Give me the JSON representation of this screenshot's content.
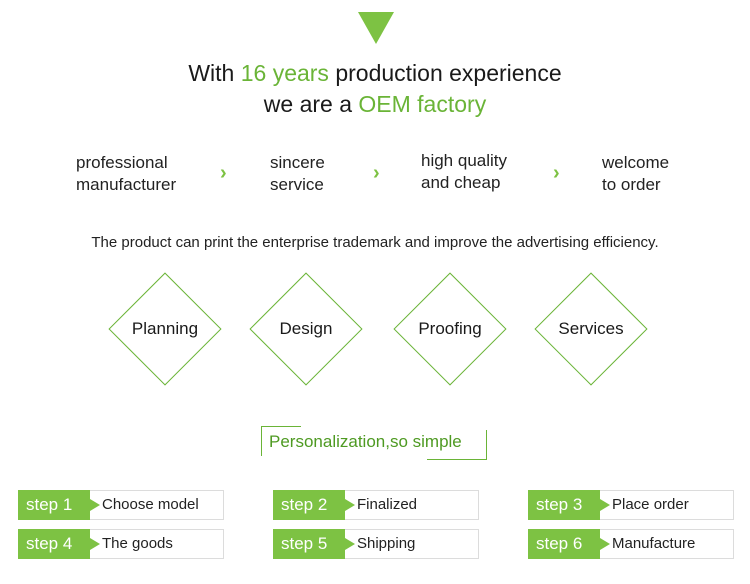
{
  "header": {
    "line1_pre": "With ",
    "line1_hl": "16 years",
    "line1_post": " production experience",
    "line2_pre": "we are a ",
    "line2_hl": "OEM factory"
  },
  "features": [
    {
      "line1": "professional",
      "line2": "manufacturer"
    },
    {
      "line1": "sincere",
      "line2": "service"
    },
    {
      "line1": "high quality",
      "line2": "and cheap"
    },
    {
      "line1": "welcome",
      "line2": "to order"
    }
  ],
  "tagline": "The product can print the enterprise trademark and improve the advertising efficiency.",
  "diamonds": [
    "Planning",
    "Design",
    "Proofing",
    "Services"
  ],
  "personalization": "Personalization,so simple",
  "steps": [
    {
      "tag": "step 1",
      "label": "Choose model"
    },
    {
      "tag": "step 2",
      "label": "Finalized"
    },
    {
      "tag": "step 3",
      "label": "Place order"
    },
    {
      "tag": "step 4",
      "label": "The goods"
    },
    {
      "tag": "step 5",
      "label": "Shipping"
    },
    {
      "tag": "step 6",
      "label": "Manufacture"
    }
  ],
  "colors": {
    "accent": "#7dc243",
    "accent_text": "#6ab437"
  }
}
